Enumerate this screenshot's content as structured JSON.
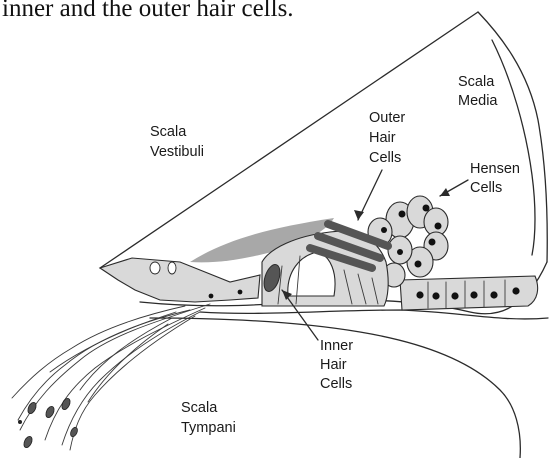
{
  "caption": "inner and the outer hair cells.",
  "labels": {
    "scala_media": [
      "Scala",
      "Media"
    ],
    "scala_vestibuli": [
      "Scala",
      "Vestibuli"
    ],
    "outer_hair_cells": [
      "Outer",
      "Hair",
      "Cells"
    ],
    "hensen_cells": [
      "Hensen",
      "Cells"
    ],
    "inner_hair_cells": [
      "Inner",
      "Hair",
      "Cells"
    ],
    "scala_tympani": [
      "Scala",
      "Tympani"
    ]
  },
  "colors": {
    "line": "#2b2b2b",
    "tectorial_membrane": "#a8a8a8",
    "support_cells": "#d9d9d9",
    "hair_cells": "#555555",
    "nuclei": "#111111"
  }
}
